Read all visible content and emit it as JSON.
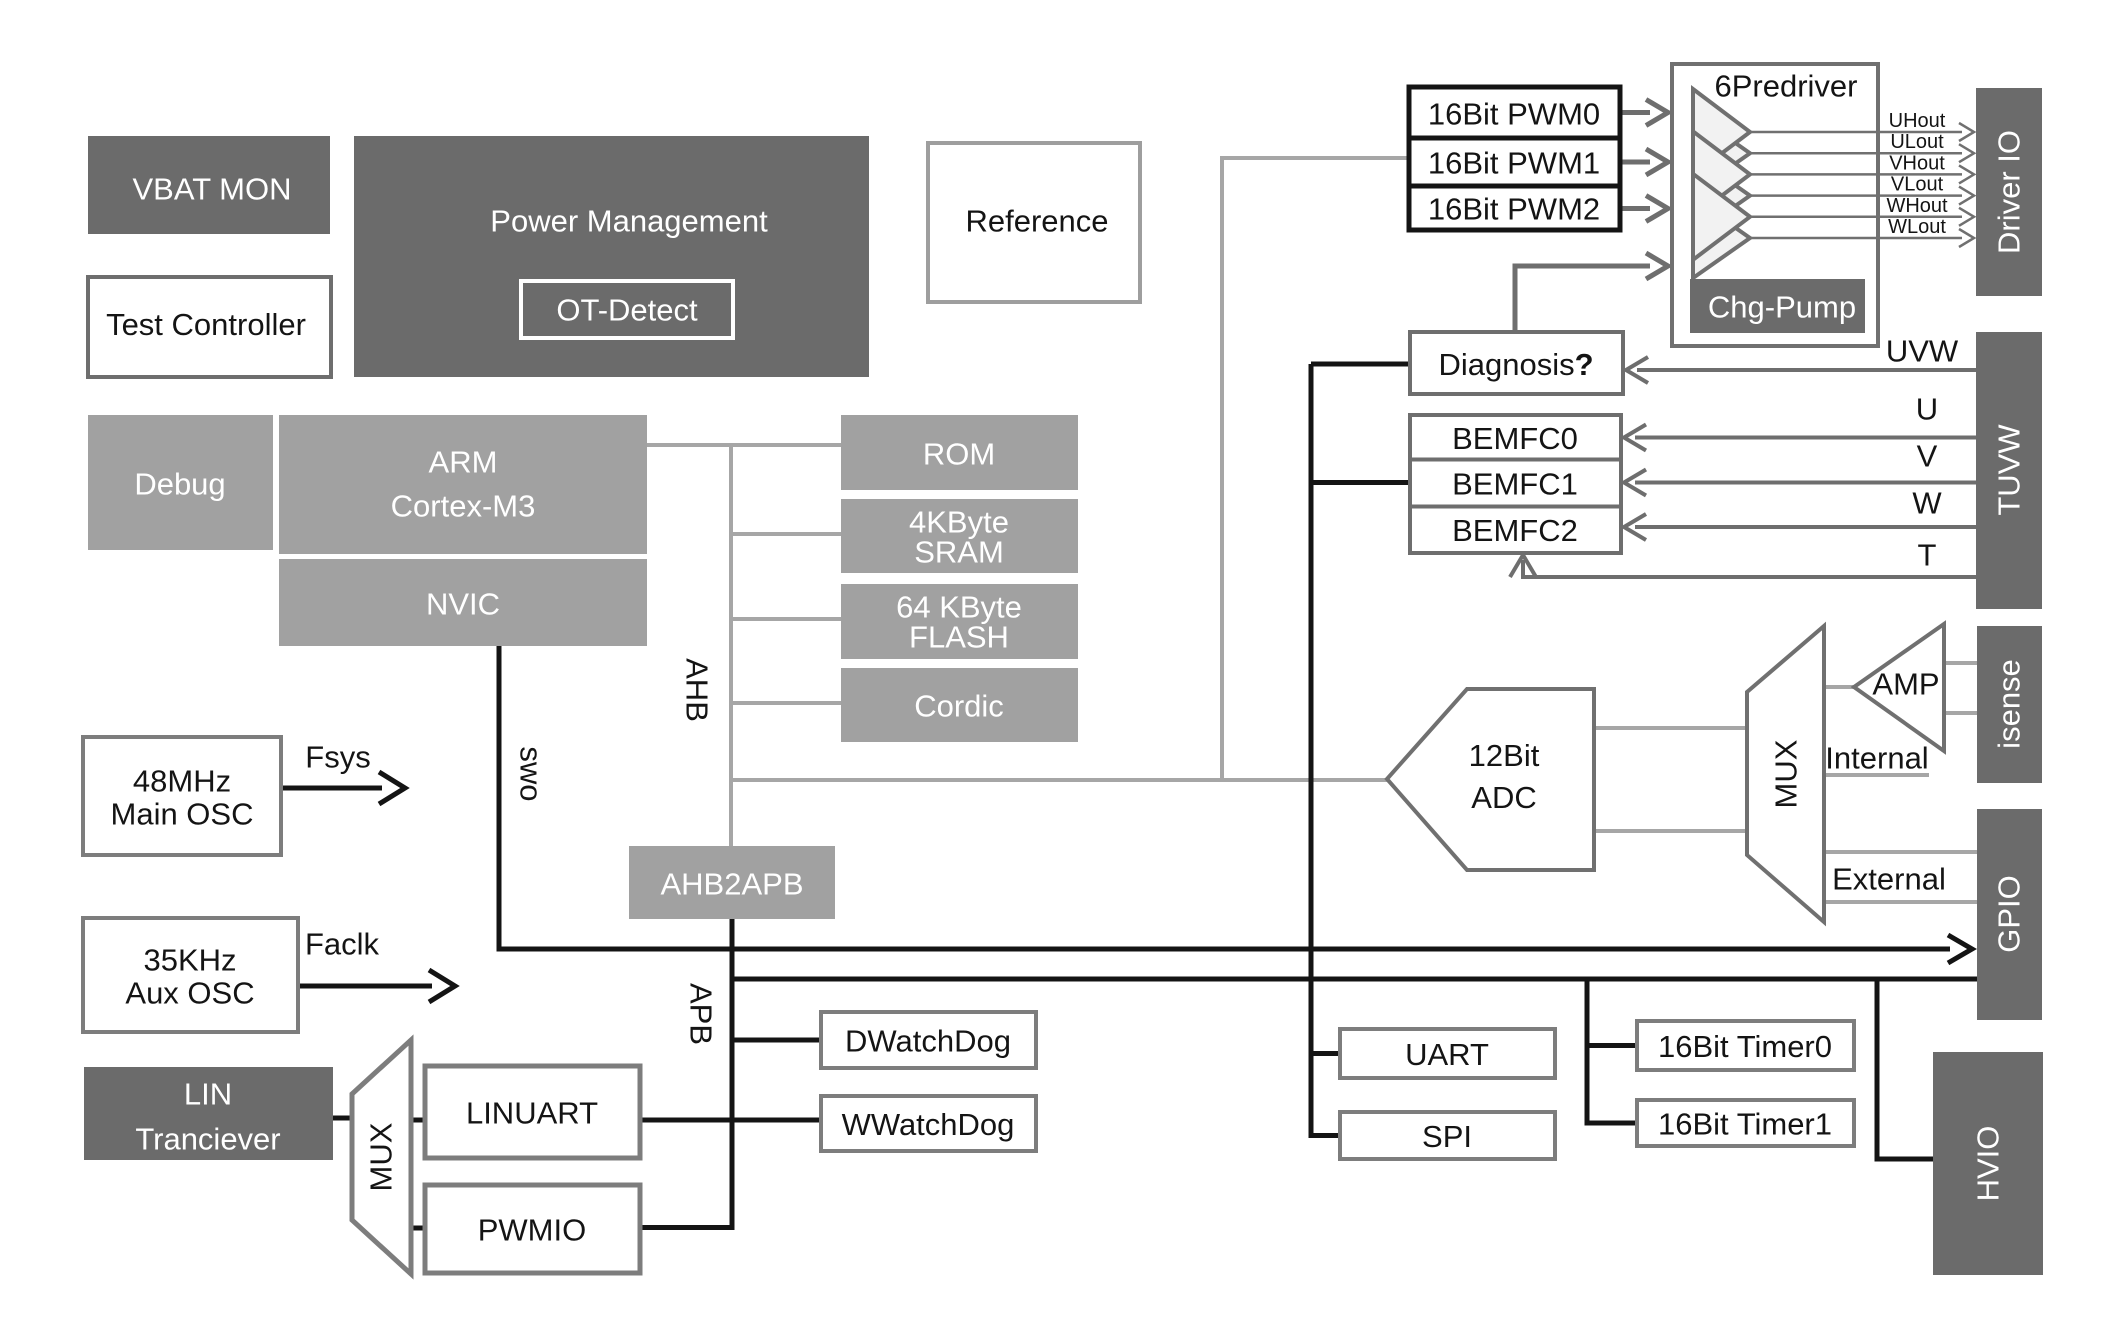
{
  "diagram": {
    "colors": {
      "dark": "#6b6b6b",
      "mid": "#a1a1a1",
      "black": "#141414",
      "darkline": "#6e6e6e",
      "medline": "#707070",
      "lightline": "#a6a6a6",
      "border": "#7d7d7d",
      "refborder": "#9e9e9e",
      "tri": "#f2f2f2"
    },
    "blocks": {
      "vbat_mon": {
        "label": "VBAT MON"
      },
      "test_controller": {
        "label": "Test Controller"
      },
      "power_management": {
        "label": "Power Management"
      },
      "ot_detect": {
        "label": "OT-Detect"
      },
      "reference": {
        "label": "Reference"
      },
      "pwm0": {
        "label": "16Bit PWM0"
      },
      "pwm1": {
        "label": "16Bit PWM1"
      },
      "pwm2": {
        "label": "16Bit PWM2"
      },
      "predriver": {
        "label": "6Predriver"
      },
      "chg_pump": {
        "label": "Chg-Pump"
      },
      "driver_io": {
        "label": "Driver IO"
      },
      "diagnosis": {
        "label": "Diagnosis",
        "suffix": "?"
      },
      "bemfc0": {
        "label": "BEMFC0"
      },
      "bemfc1": {
        "label": "BEMFC1"
      },
      "bemfc2": {
        "label": "BEMFC2"
      },
      "tuvw": {
        "label": "TUVW"
      },
      "debug": {
        "label": "Debug"
      },
      "arm": {
        "lines": [
          "ARM",
          "Cortex-M3"
        ]
      },
      "nvic": {
        "label": "NVIC"
      },
      "rom": {
        "label": "ROM"
      },
      "sram": {
        "lines": [
          "4KByte",
          "SRAM"
        ]
      },
      "flash": {
        "lines": [
          "64 KByte",
          "FLASH"
        ]
      },
      "cordic": {
        "label": "Cordic"
      },
      "osc48": {
        "lines": [
          "48MHz",
          "Main OSC"
        ]
      },
      "osc35": {
        "lines": [
          "35KHz",
          "Aux OSC"
        ]
      },
      "ahb2apb": {
        "label": "AHB2APB"
      },
      "lin_tranciever": {
        "lines": [
          "LIN",
          "Tranciever"
        ]
      },
      "lin_mux": {
        "label": "MUX"
      },
      "linuart": {
        "label": "LINUART"
      },
      "pwmio": {
        "label": "PWMIO"
      },
      "dwatchdog": {
        "label": "DWatchDog"
      },
      "wwatchdog": {
        "label": "WWatchDog"
      },
      "adc": {
        "lines": [
          "12Bit",
          "ADC"
        ]
      },
      "adc_mux": {
        "label": "MUX"
      },
      "amp": {
        "label": "AMP"
      },
      "isense": {
        "label": "isense"
      },
      "gpio": {
        "label": "GPIO"
      },
      "hvio": {
        "label": "HVIO"
      },
      "uart": {
        "label": "UART"
      },
      "spi": {
        "label": "SPI"
      },
      "timer0": {
        "label": "16Bit Timer0"
      },
      "timer1": {
        "label": "16Bit Timer1"
      }
    },
    "signals": {
      "outputs": [
        "UHout",
        "ULout",
        "VHout",
        "VLout",
        "WHout",
        "WLout"
      ],
      "uvw": "UVW",
      "u": "U",
      "v": "V",
      "w": "W",
      "t": "T",
      "fsys": "Fsys",
      "faclk": "Faclk",
      "ahb": "AHB",
      "apb": "APB",
      "swo": "swo",
      "internal": "Internal",
      "external": "External"
    }
  }
}
